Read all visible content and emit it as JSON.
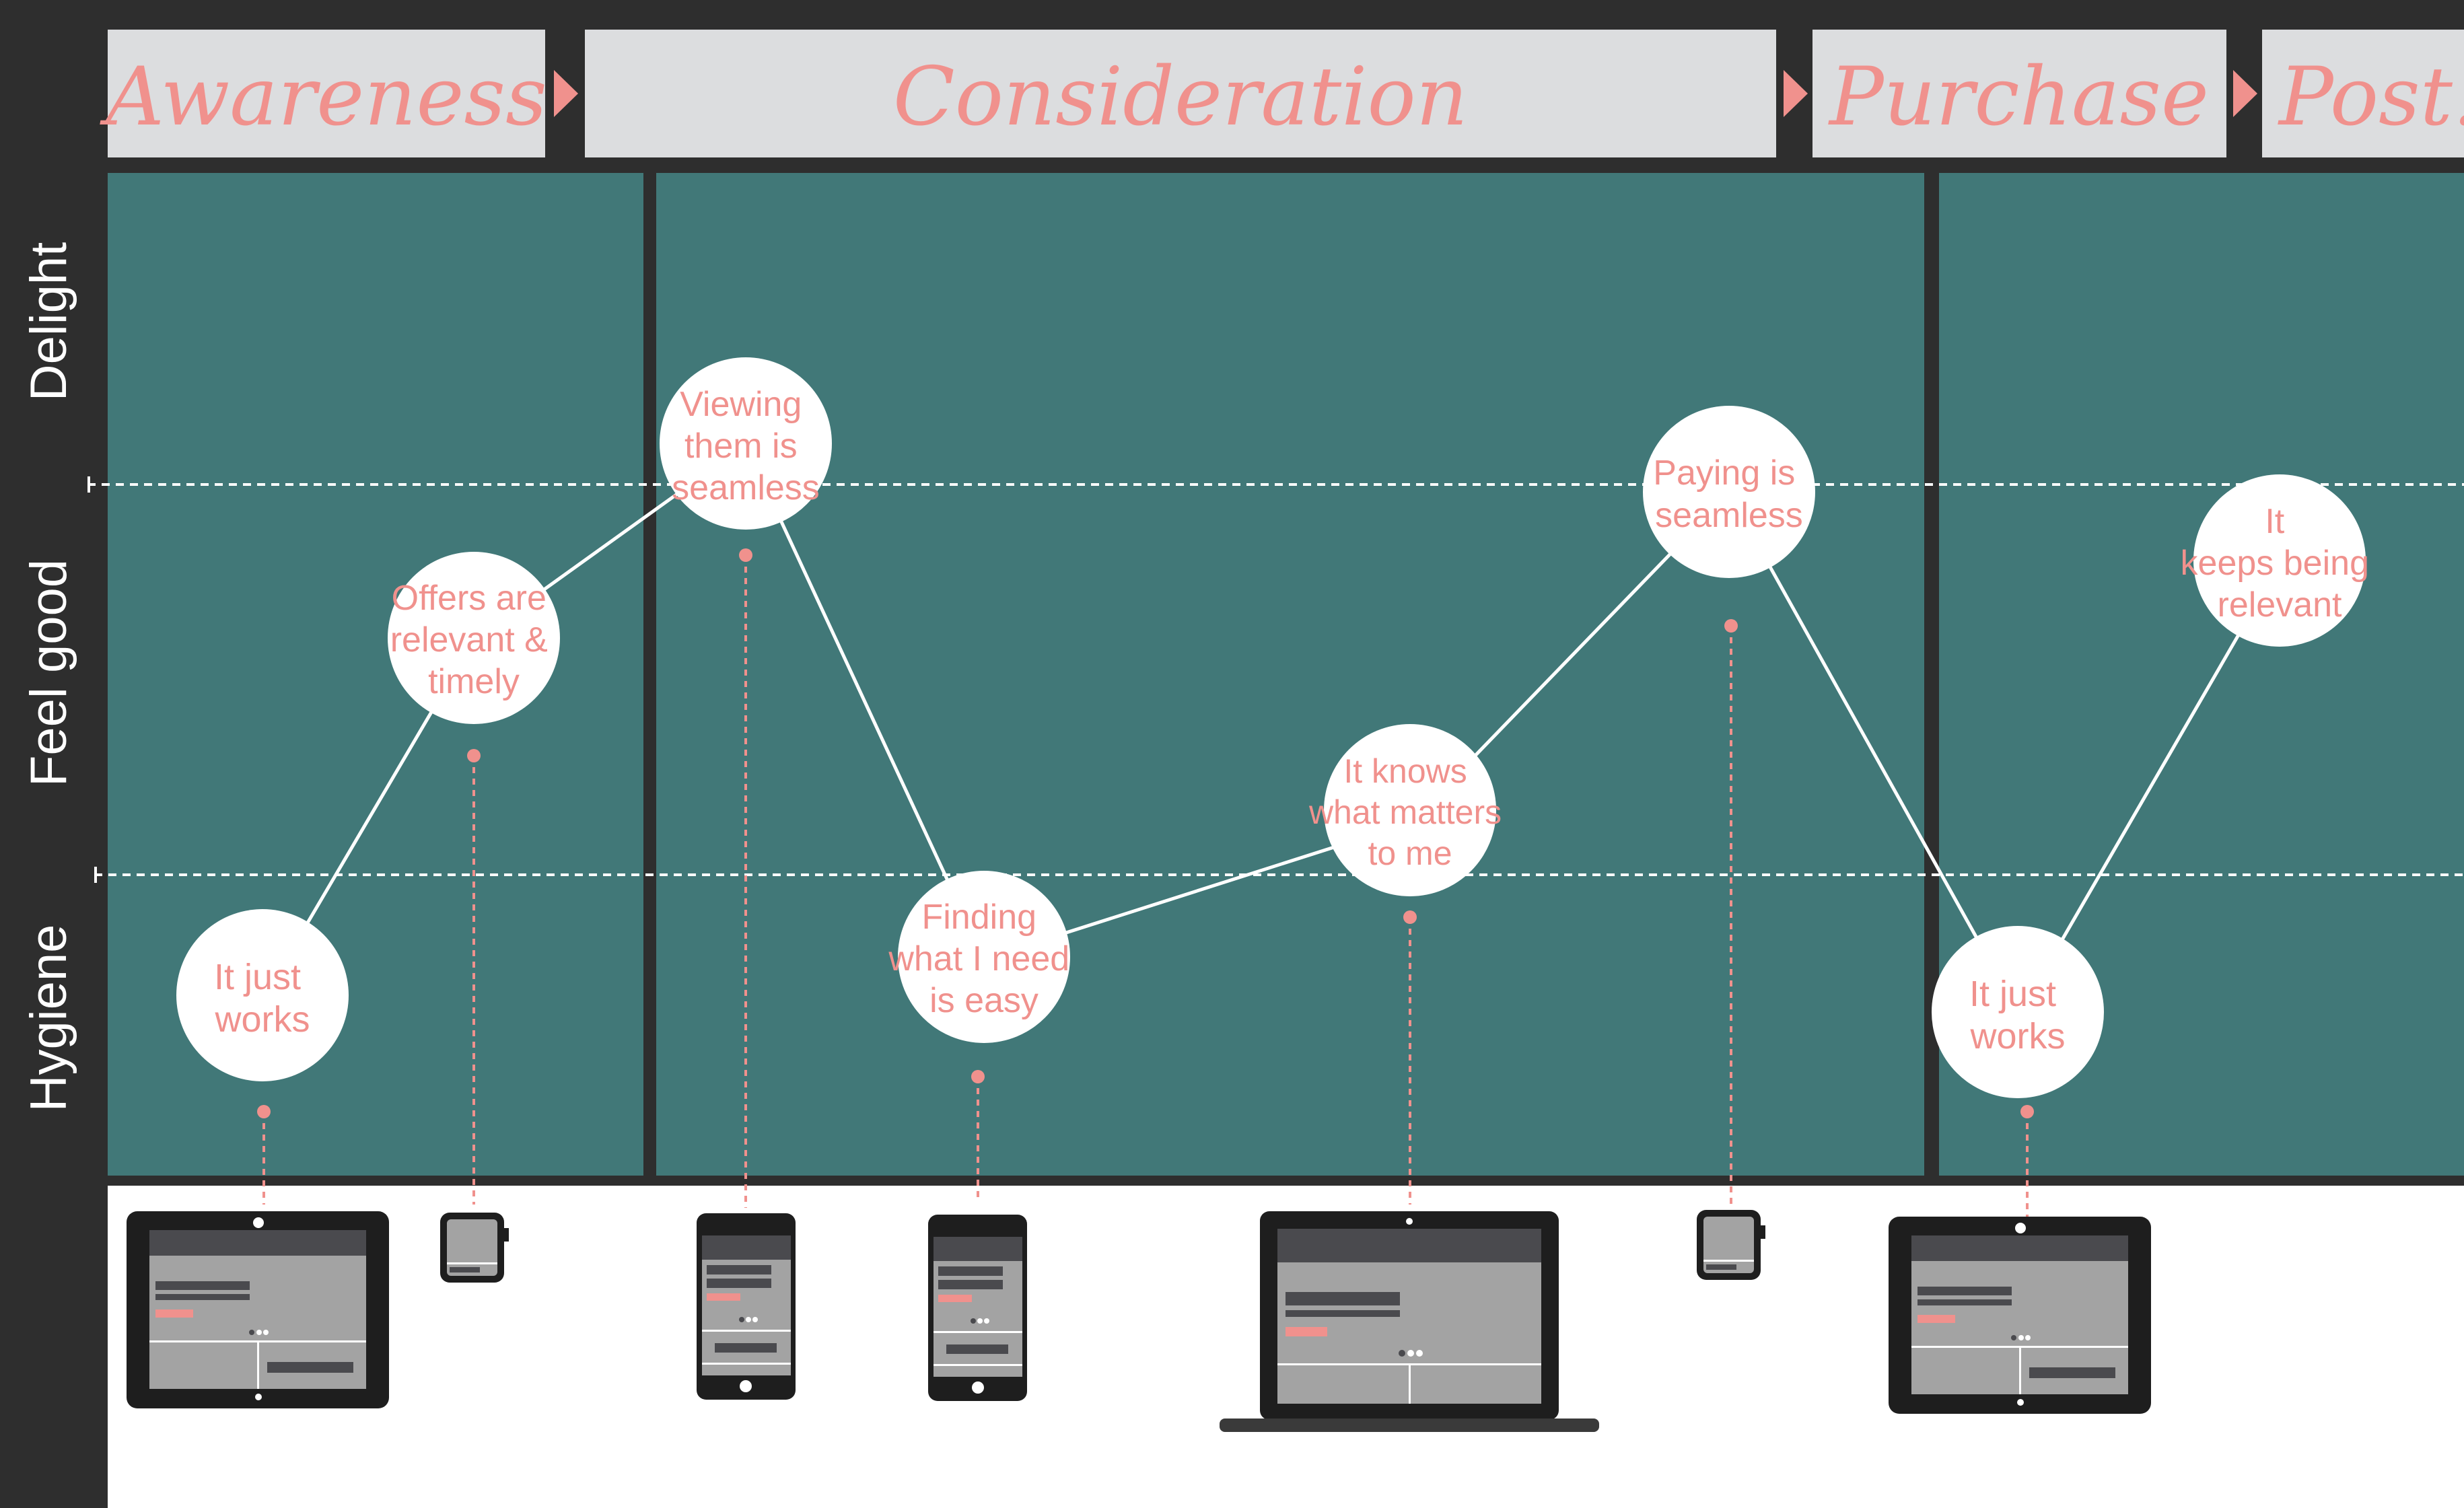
{
  "colors": {
    "frame": "#2e2e2e",
    "stage_header_bg": "#dcdddf",
    "accent": "#f0918d",
    "journey_bg": "#417878",
    "bubble_bg": "#ffffff",
    "device_area_bg": "#ffffff",
    "device_body": "#1e1e1e",
    "screen_grey": "#a3a3a3",
    "screen_dark": "#4a4a4e"
  },
  "stages": [
    {
      "label": "Awareness"
    },
    {
      "label": "Consideration"
    },
    {
      "label": "Purchase"
    },
    {
      "label": "Post.."
    }
  ],
  "levels": [
    {
      "label": "Delight"
    },
    {
      "label": "Feel good"
    },
    {
      "label": "Hygiene"
    }
  ],
  "moments": [
    {
      "lines": [
        "It just",
        "works"
      ],
      "device": "tablet-landscape-icon"
    },
    {
      "lines": [
        "Offers are",
        "relevant &",
        "timely"
      ],
      "device": "smartwatch-icon"
    },
    {
      "lines": [
        "Viewing",
        "them is",
        "seamless"
      ],
      "device": "smartphone-icon"
    },
    {
      "lines": [
        "Finding",
        "what I need",
        "is easy"
      ],
      "device": "smartphone-icon"
    },
    {
      "lines": [
        "It knows",
        "what matters",
        "to me"
      ],
      "device": "laptop-icon"
    },
    {
      "lines": [
        "Paying is",
        "seamless"
      ],
      "device": "smartwatch-icon"
    },
    {
      "lines": [
        "It just",
        "works"
      ],
      "device": "tablet-landscape-icon"
    },
    {
      "lines": [
        "It",
        "keeps being",
        "relevant"
      ],
      "device": null
    }
  ]
}
